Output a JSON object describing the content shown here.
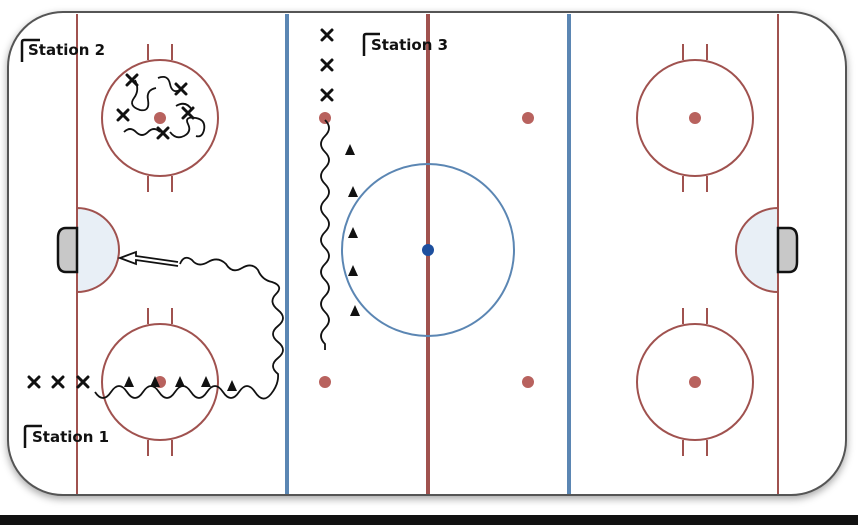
{
  "stations": [
    {
      "id": "station-1",
      "label": "Station 1"
    },
    {
      "id": "station-2",
      "label": "Station 2"
    },
    {
      "id": "station-3",
      "label": "Station 3"
    }
  ],
  "colors": {
    "boards": "#444444",
    "red_line": "#a0524f",
    "blue_line": "#5b86b3",
    "center_dot": "#1d4f9e",
    "crease_fill": "#e8eff6",
    "net_fill": "#c8c8c8",
    "ink": "#111111",
    "bottom_bar": "#111111"
  },
  "symbols": {
    "player": "✕",
    "cone": "▲"
  }
}
